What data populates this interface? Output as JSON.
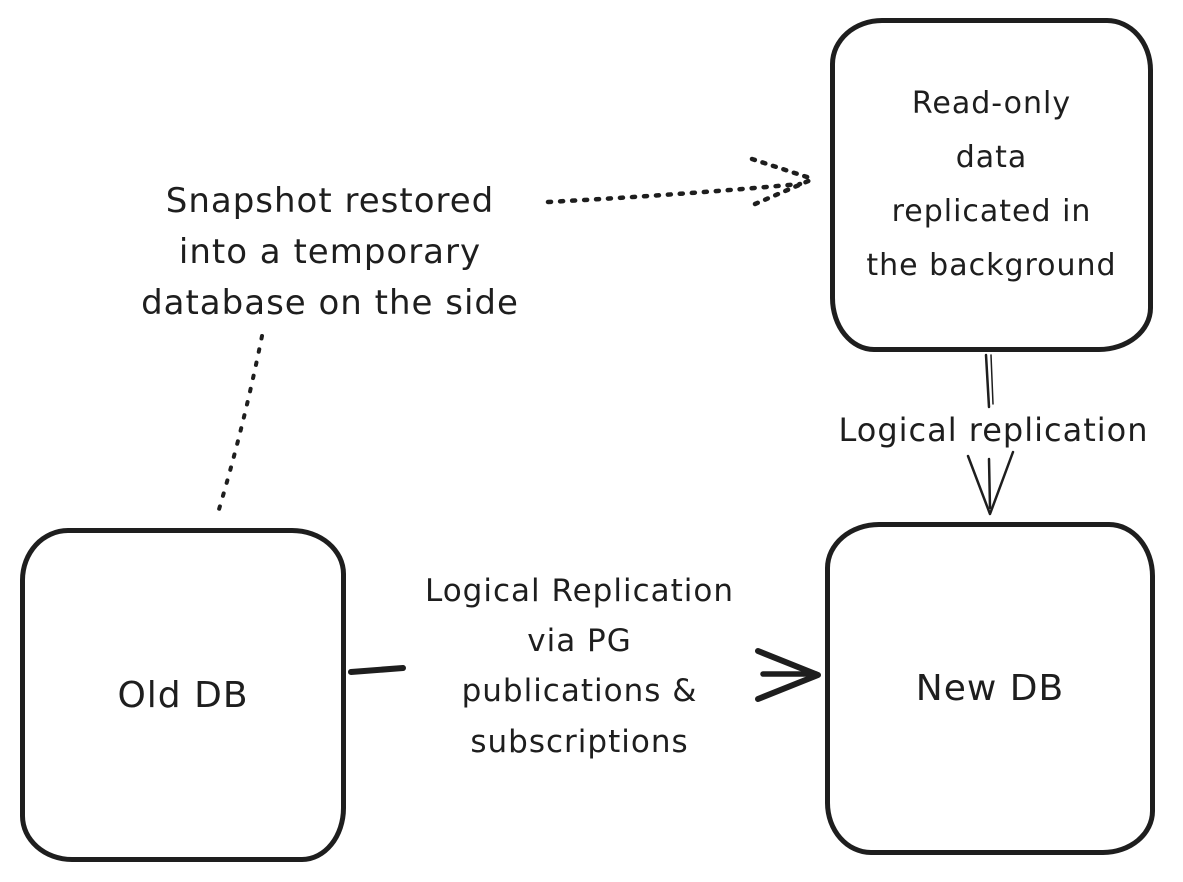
{
  "diagram": {
    "colors": {
      "stroke": "#1e1e1e",
      "background": "#ffffff"
    },
    "nodes": {
      "readonly_replica": {
        "label": "Read-only\ndata\nreplicated in\nthe background"
      },
      "old_db": {
        "label": "Old DB"
      },
      "new_db": {
        "label": "New DB"
      }
    },
    "annotations": {
      "snapshot_note": "Snapshot restored\ninto a temporary\ndatabase on the side",
      "pg_replication_label": "Logical Replication\nvia PG\npublications &\nsubscriptions",
      "logical_replication_label": "Logical replication"
    }
  }
}
